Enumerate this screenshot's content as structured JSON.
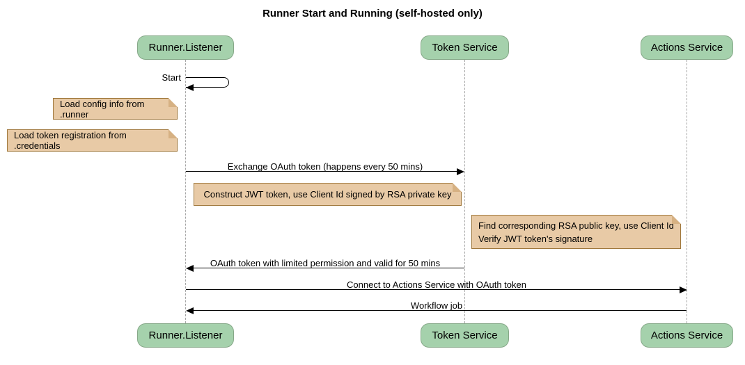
{
  "title": "Runner Start and Running (self-hosted only)",
  "participants": [
    {
      "label": "Runner.Listener"
    },
    {
      "label": "Token Service"
    },
    {
      "label": "Actions Service"
    }
  ],
  "messages": [
    {
      "label": "Start",
      "type": "self"
    },
    {
      "label": "Exchange OAuth token (happens every 50 mins)",
      "from": "Runner.Listener",
      "to": "Token Service"
    },
    {
      "label": "OAuth token with limited permission and valid for 50 mins",
      "from": "Token Service",
      "to": "Runner.Listener"
    },
    {
      "label": "Connect to Actions Service with OAuth token",
      "from": "Runner.Listener",
      "to": "Actions Service"
    },
    {
      "label": "Workflow job",
      "from": "Actions Service",
      "to": "Runner.Listener"
    }
  ],
  "notes": [
    {
      "text": "Load config info from .runner"
    },
    {
      "text": "Load token registration from .credentials"
    },
    {
      "text": "Construct JWT token, use Client Id signed by RSA private key"
    },
    {
      "line1": "Find corresponding RSA public key, use Client Id",
      "line2": "Verify JWT token's signature"
    }
  ],
  "colors": {
    "background": "#FFFFFF",
    "participant_fill": "#A5D1AC",
    "participant_border": "#86A888",
    "note_fill": "#E8CAA6",
    "note_border": "#A0783C",
    "note_fold": "#D6B183",
    "lifeline": "#A6A6A6",
    "message": "#000000"
  }
}
